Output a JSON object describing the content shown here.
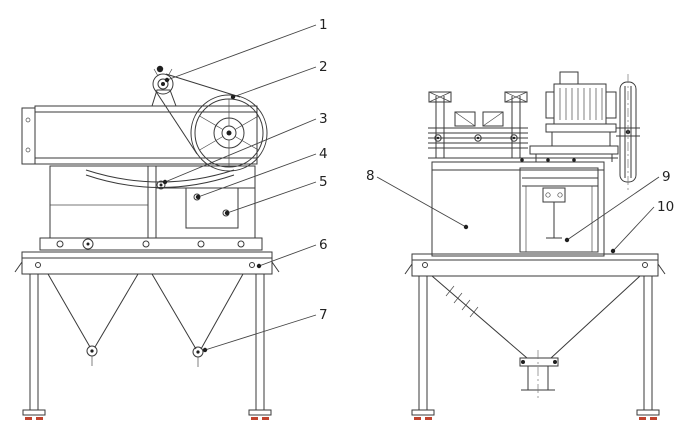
{
  "figure": {
    "background_color": "#ffffff",
    "line_color": "#3a3a3a",
    "accent_color": "#c0432e"
  },
  "callouts": [
    {
      "label": "1"
    },
    {
      "label": "2"
    },
    {
      "label": "3"
    },
    {
      "label": "4"
    },
    {
      "label": "5"
    },
    {
      "label": "6"
    },
    {
      "label": "7"
    },
    {
      "label": "8"
    },
    {
      "label": "9"
    },
    {
      "label": "10"
    }
  ]
}
